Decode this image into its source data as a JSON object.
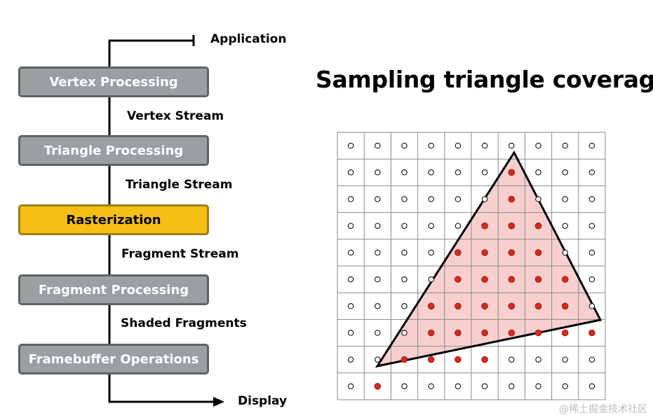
{
  "pipeline": {
    "start_label": "Application",
    "end_label": "Display",
    "stages": [
      {
        "label": "Vertex Processing",
        "active": false
      },
      {
        "label": "Triangle Processing",
        "active": false
      },
      {
        "label": "Rasterization",
        "active": true
      },
      {
        "label": "Fragment Processing",
        "active": false
      },
      {
        "label": "Framebuffer Operations",
        "active": false
      }
    ],
    "streams": [
      "Vertex Stream",
      "Triangle Stream",
      "Fragment Stream",
      "Shaded Fragments"
    ]
  },
  "coverage": {
    "title": "Sampling triangle coverage",
    "grid_cols": 10,
    "grid_rows": 10,
    "covered_samples": [
      [
        6,
        1
      ],
      [
        6,
        2
      ],
      [
        5,
        3
      ],
      [
        6,
        3
      ],
      [
        7,
        3
      ],
      [
        4,
        4
      ],
      [
        5,
        4
      ],
      [
        6,
        4
      ],
      [
        7,
        4
      ],
      [
        4,
        5
      ],
      [
        5,
        5
      ],
      [
        6,
        5
      ],
      [
        7,
        5
      ],
      [
        8,
        5
      ],
      [
        3,
        6
      ],
      [
        4,
        6
      ],
      [
        5,
        6
      ],
      [
        6,
        6
      ],
      [
        7,
        6
      ],
      [
        8,
        6
      ],
      [
        3,
        7
      ],
      [
        4,
        7
      ],
      [
        5,
        7
      ],
      [
        6,
        7
      ],
      [
        7,
        7
      ],
      [
        8,
        7
      ],
      [
        9,
        7
      ],
      [
        2,
        8
      ],
      [
        3,
        8
      ],
      [
        4,
        8
      ],
      [
        5,
        8
      ],
      [
        1,
        9
      ]
    ],
    "colors": {
      "covered_dot": "#d8281c",
      "triangle_fill": "#f6caca",
      "grid_line": "#8a8a8a"
    }
  },
  "watermark": "@稀土掘金技术社区",
  "colors": {
    "stage_fill": "#9a9fa2",
    "stage_border": "#5c6266",
    "active_stage_fill": "#f5bf16"
  }
}
